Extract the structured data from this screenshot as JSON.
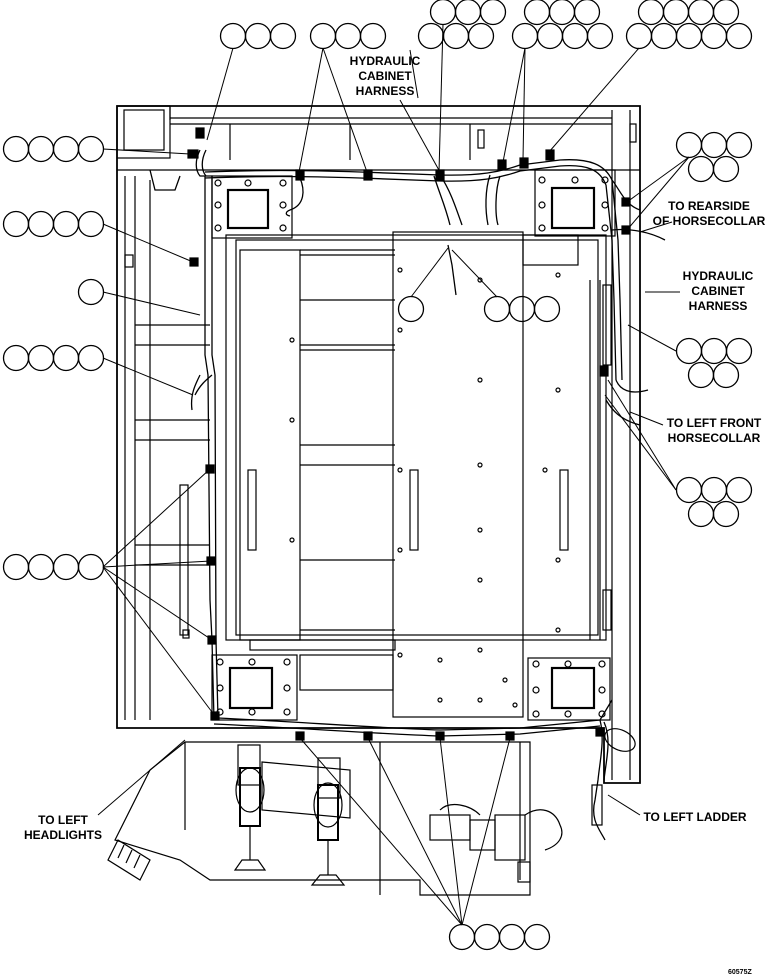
{
  "labels": {
    "hydraulic_cabinet_harness_top": "HYDRAULIC\nCABINET\nHARNESS",
    "to_rearside": "TO REARSIDE\nOF HORSECOLLAR",
    "hydraulic_cabinet_harness_right": "HYDRAULIC\nCABINET\nHARNESS",
    "to_left_front": "TO LEFT FRONT\nHORSECOLLAR",
    "to_left_ladder": "TO LEFT LADDER",
    "to_left_headlights": "TO LEFT\nHEADLIGHTS"
  },
  "figure_number": "60575Z",
  "colors": {
    "line": "#000000",
    "background": "#ffffff"
  }
}
